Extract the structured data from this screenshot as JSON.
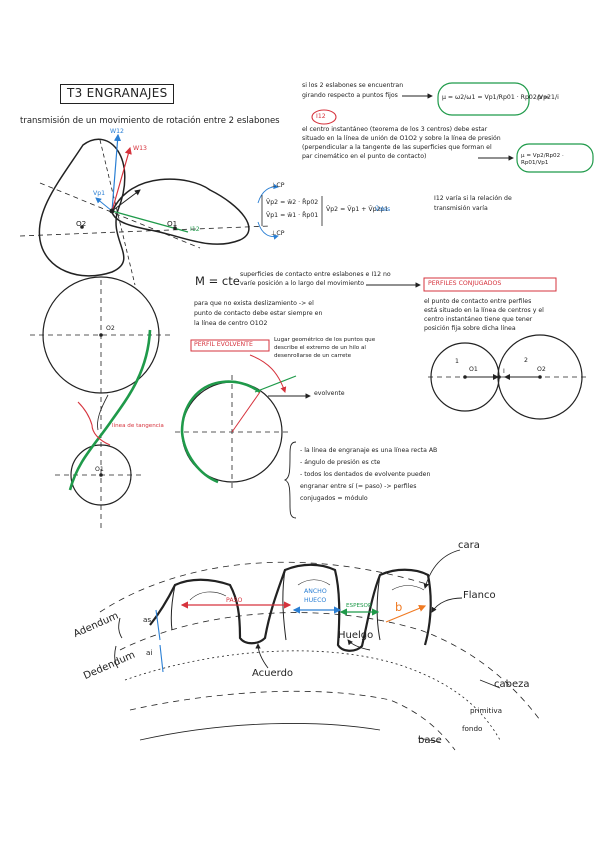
{
  "title": "T3 ENGRANAJES",
  "subtitle": "transmisión de un movimiento de rotación entre 2 eslabones",
  "fig1": {
    "w12": "W12",
    "vp1": "Vp1",
    "o2": "O2",
    "o1": "O1",
    "i12": "I12",
    "w13": "W13"
  },
  "equations": {
    "line1": "V̄p2 = w̄2 · R̄p02",
    "line2": "V̄p1 = w̄1 · R̄p01",
    "result": "V̄p2 = V̄p1 + V̄p2p1",
    "vdes": "V̄des",
    "cp_top": "⊥CP",
    "cp_bottom": "⊥CP"
  },
  "top_right": {
    "line1": "si los 2 eslabones se encuentran",
    "line2": "girando respecto a puntos fijos",
    "mu_formula": "μ = ω2/ω1 = Vp1/Rp01 · Rp02/Vp2",
    "mu_small": "μ = 1/i",
    "i12_label": "I12",
    "theorem_1": "el centro instantáneo (teorema de los 3 centros) debe estar",
    "theorem_2": "situado en la línea de unión de O1O2 y sobre la línea de presión",
    "theorem_3": "(perpendicular a la tangente de las superficies que forman el",
    "theorem_4": "par cinemático en el punto de contacto)",
    "mu_formula2": "μ = Vp2/Rp02 · Rp01/Vp1",
    "i12_note_1": "I12 varía si la relación de",
    "i12_note_2": "transmisión varía"
  },
  "mid": {
    "mu_cte": "M = cte",
    "desc_1": "superficies de contacto entre eslabones e I12 no",
    "desc_2": "varíe posición a lo largo del movimiento",
    "perfiles": "PERFILES CONJUGADOS",
    "para_1": "para que no exista deslizamiento -> el",
    "para_2": "punto de contacto debe estar siempre en",
    "para_3": "la línea de centro O1O2",
    "perf_1": "el punto de contacto entre perfiles",
    "perf_2": "está situado en la línea de centros y el",
    "perf_3": "centro instantáneo tiene que tener",
    "perf_4": "posición fija sobre dicha línea",
    "perfil_evolvente": "PERFIL EVOLVENTE",
    "evolv_1": "Lugar geométrico de los puntos que",
    "evolv_2": "describe el extremo de un hilo al",
    "evolv_3": "desenrollarse de un carrete",
    "evolvente": "evolvente",
    "linea_tangencia": "línea de tangencia",
    "o2": "O2",
    "o1": "O1",
    "i": "I",
    "one": "1",
    "two": "2",
    "bullet_1": "- la línea de engranaje es una línea recta AB",
    "bullet_2": "- ángulo de presión es cte",
    "bullet_3": "- todos los dentados de evolvente pueden",
    "bullet_4": "engranar entre sí (= paso) -> perfiles",
    "bullet_5": "conjugados = módulo"
  },
  "gear": {
    "cara": "cara",
    "flanco": "Flanco",
    "paso": "PASO",
    "ancho_hueco_1": "ANCHO",
    "ancho_hueco_2": "HUECO",
    "espesor": "ESPESOR",
    "b": "b",
    "huelgo": "Huelgo",
    "acuerdo": "Acuerdo",
    "adendum": "Adendum",
    "dedendum": "Dedendum",
    "as": "as",
    "ai": "ai",
    "cabeza": "cabeza",
    "primitiva": "primitiva",
    "fondo": "fondo",
    "base": "base"
  },
  "colors": {
    "red": "#d6333d",
    "blue": "#2a7fd4",
    "green": "#1f9a4a",
    "orange": "#f07a22",
    "ink": "#222222"
  }
}
